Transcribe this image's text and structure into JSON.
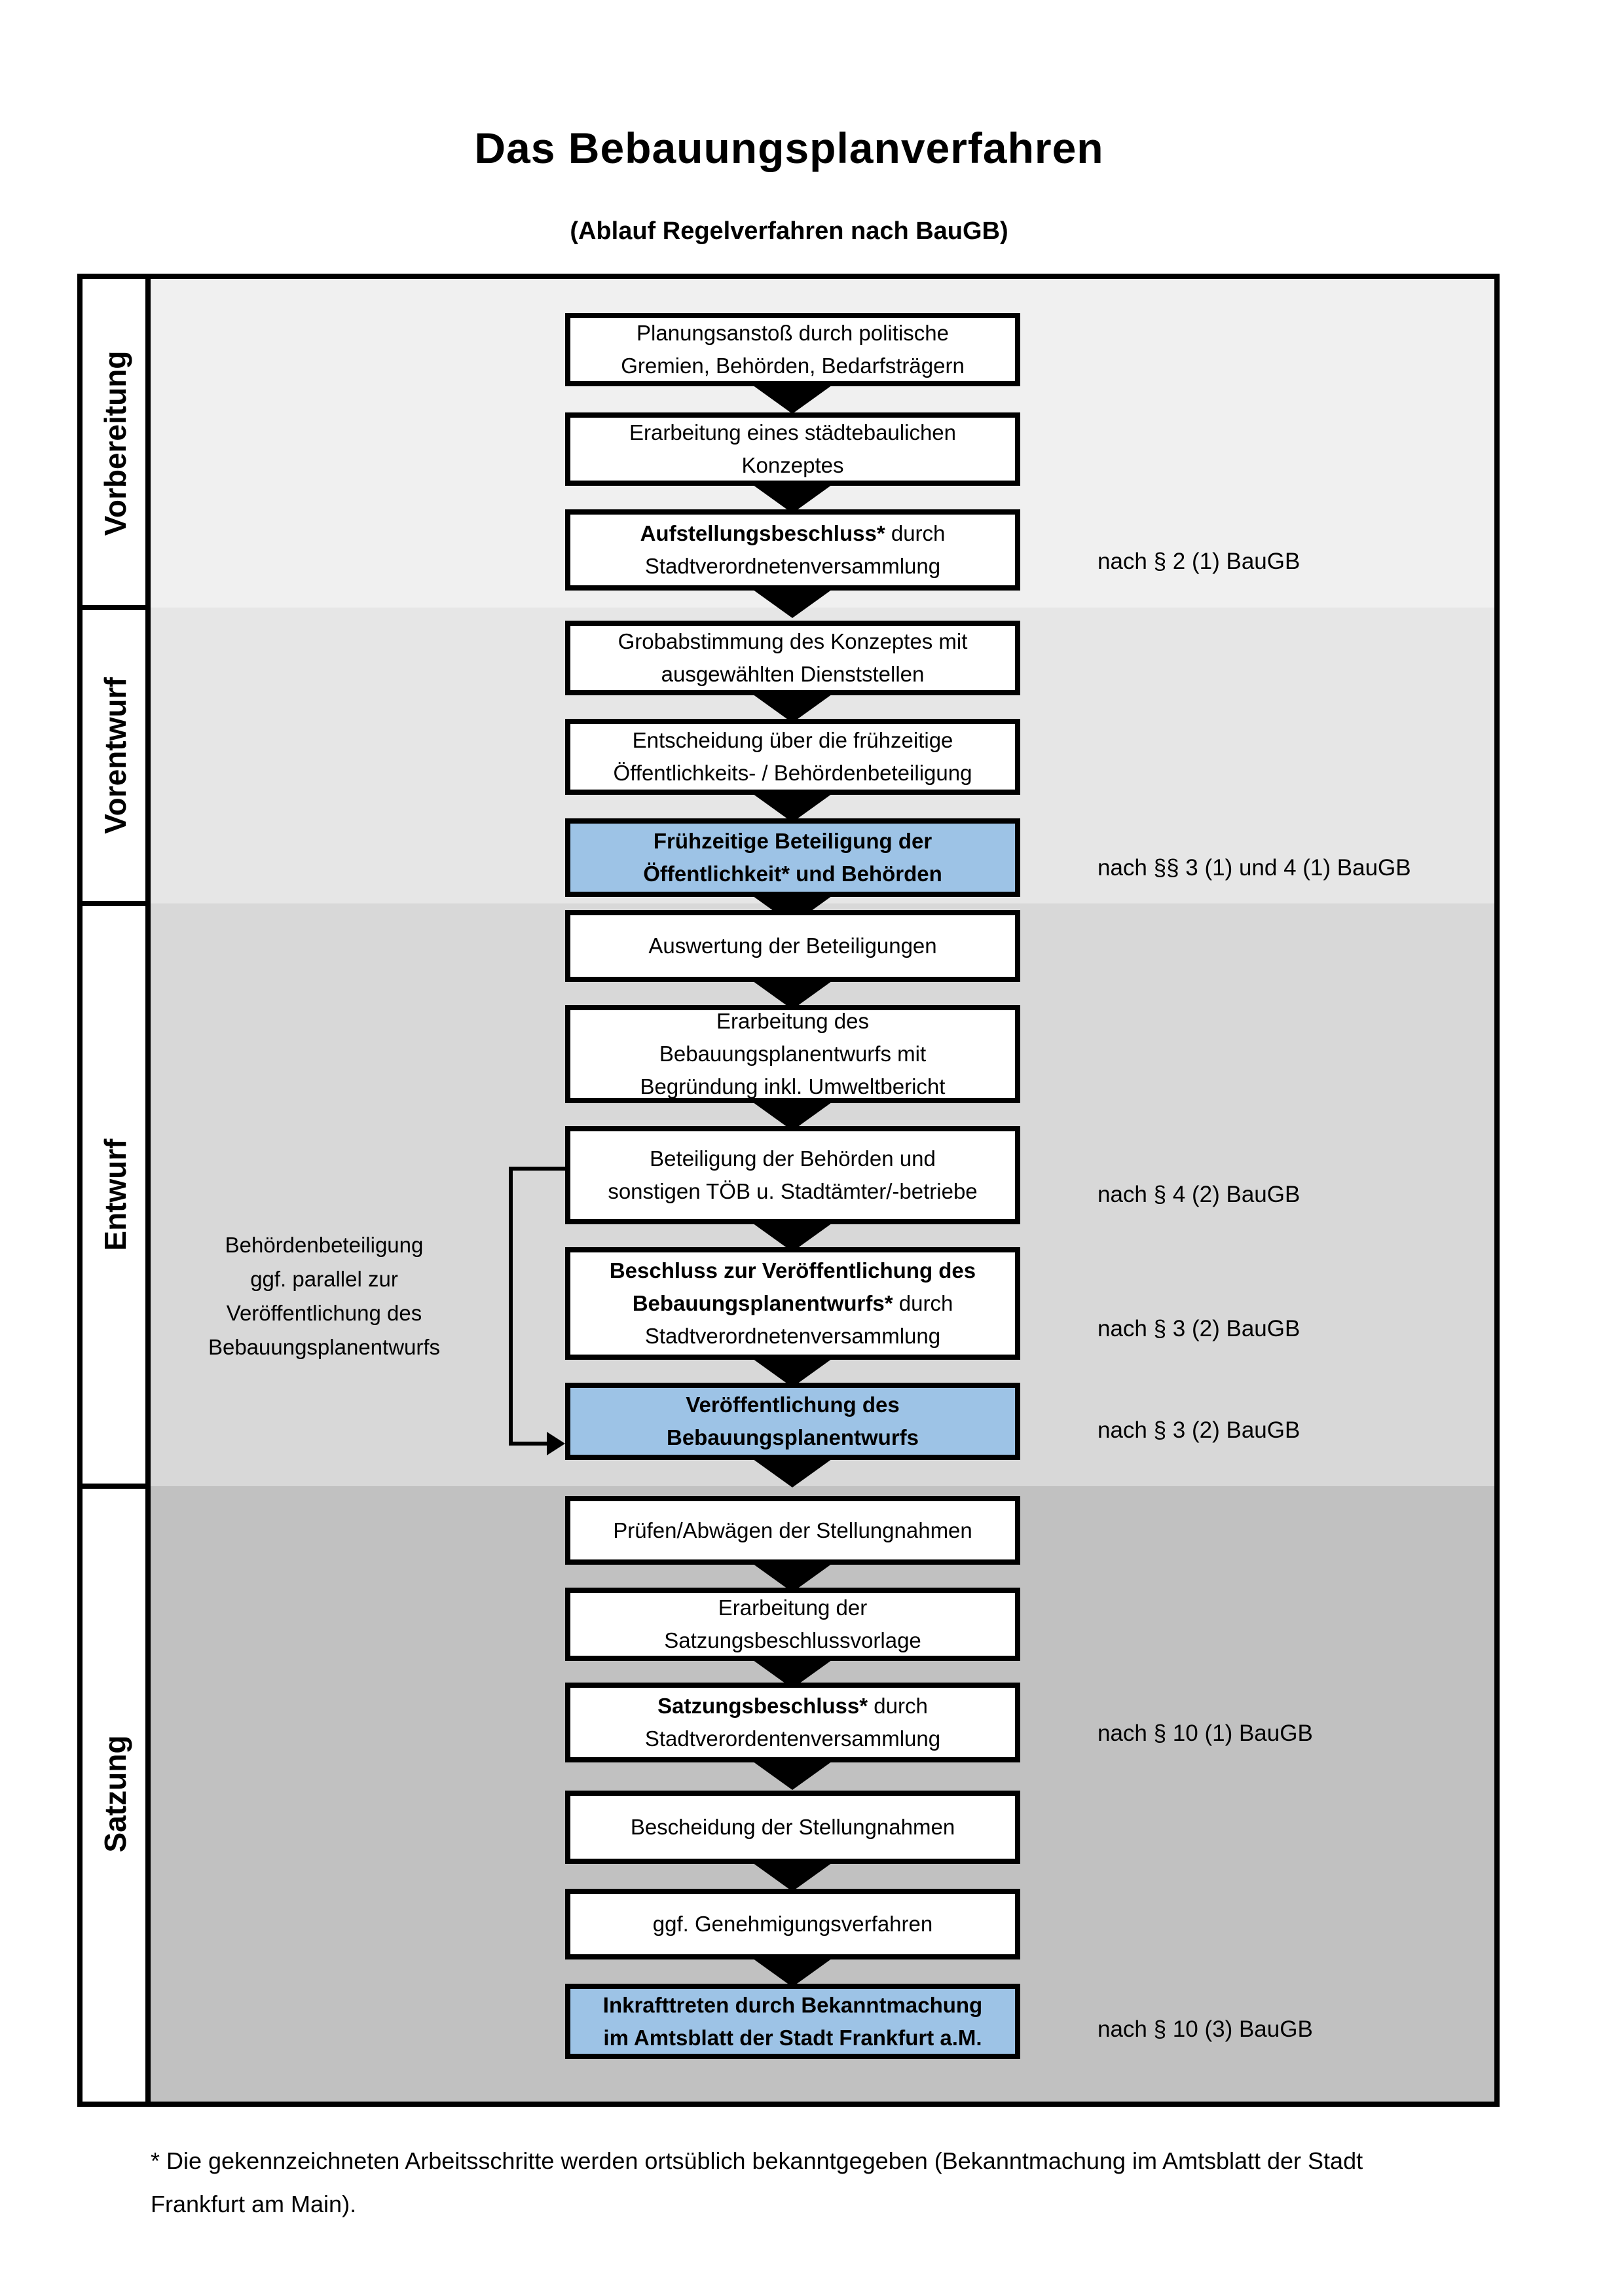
{
  "title": "Das Bebauungsplanverfahren",
  "subtitle": "(Ablauf Regelverfahren nach BauGB)",
  "phases": [
    {
      "label": "Vorbereitung"
    },
    {
      "label": "Vorentwurf"
    },
    {
      "label": "Entwurf"
    },
    {
      "label": "Satzung"
    }
  ],
  "boxes": [
    {
      "l1r": "Planungsanstoß durch politische",
      "l2r": "Gremien, Behörden, Bedarfsträgern"
    },
    {
      "l1r": "Erarbeitung eines städtebaulichen",
      "l2r": "Konzeptes"
    },
    {
      "l1b": "Aufstellungsbeschluss*",
      "l1r": " durch",
      "l2r": "Stadtverordnetenversammlung",
      "ref": "nach § 2 (1) BauGB"
    },
    {
      "l1r": "Grobabstimmung des Konzeptes mit",
      "l2r": "ausgewählten Dienststellen"
    },
    {
      "l1r": "Entscheidung über die frühzeitige",
      "l2r": "Öffentlichkeits- / Behördenbeteiligung"
    },
    {
      "l1b": "Frühzeitige Beteiligung der",
      "l2b": "Öffentlichkeit* und Behörden",
      "ref": "nach §§ 3 (1) und 4 (1) BauGB"
    },
    {
      "l1r": "Auswertung der Beteiligungen"
    },
    {
      "l1r": "Erarbeitung des",
      "l2r": "Bebauungsplanentwurfs mit",
      "l3r": "Begründung inkl. Umweltbericht"
    },
    {
      "l1r": "Beteiligung der Behörden und",
      "l2r": "sonstigen TÖB u. Stadtämter/-betriebe",
      "ref": "nach § 4 (2) BauGB"
    },
    {
      "l1b": "Beschluss zur Veröffentlichung des",
      "l2b": "Bebauungsplanentwurfs*",
      "l2r": " durch",
      "l3r": "Stadtverordnetenversammlung",
      "ref": "nach § 3 (2) BauGB"
    },
    {
      "l1b": "Veröffentlichung des",
      "l2b": "Bebauungsplanentwurfs",
      "ref": "nach § 3 (2) BauGB"
    },
    {
      "l1r": "Prüfen/Abwägen der Stellungnahmen"
    },
    {
      "l1r": "Erarbeitung der",
      "l2r": "Satzungsbeschlussvorlage"
    },
    {
      "l1b": "Satzungsbeschluss*",
      "l1r": " durch",
      "l2r": "Stadtverordentenversammlung",
      "ref": "nach § 10 (1) BauGB"
    },
    {
      "l1r": "Bescheidung der Stellungnahmen"
    },
    {
      "l1r": "ggf. Genehmigungsverfahren"
    },
    {
      "l1b": "Inkrafttreten",
      "l1r": " durch Bekanntmachung",
      "l2r": "im Amtsblatt der Stadt Frankfurt a.M.",
      "ref": "nach § 10 (3) BauGB"
    }
  ],
  "side_note": {
    "line1": "Behördenbeteiligung",
    "line2": "ggf. parallel zur",
    "line3": "Veröffentlichung des",
    "line4": "Bebauungsplanentwurfs"
  },
  "footer": {
    "line1": "* Die gekennzeichneten Arbeitsschritte werden ortsüblich bekanntgegeben (Bekanntmachung im Amtsblatt  der Stadt",
    "line2": "Frankfurt am Main)."
  },
  "colors": {
    "highlight_box": "#9dc3e6",
    "band_vorbereitung": "#f0f0f0",
    "band_vorentwurf": "#e6e6e6",
    "band_entwurf": "#d8d8d8",
    "band_satzung": "#c1c1c1",
    "border": "#000000"
  }
}
